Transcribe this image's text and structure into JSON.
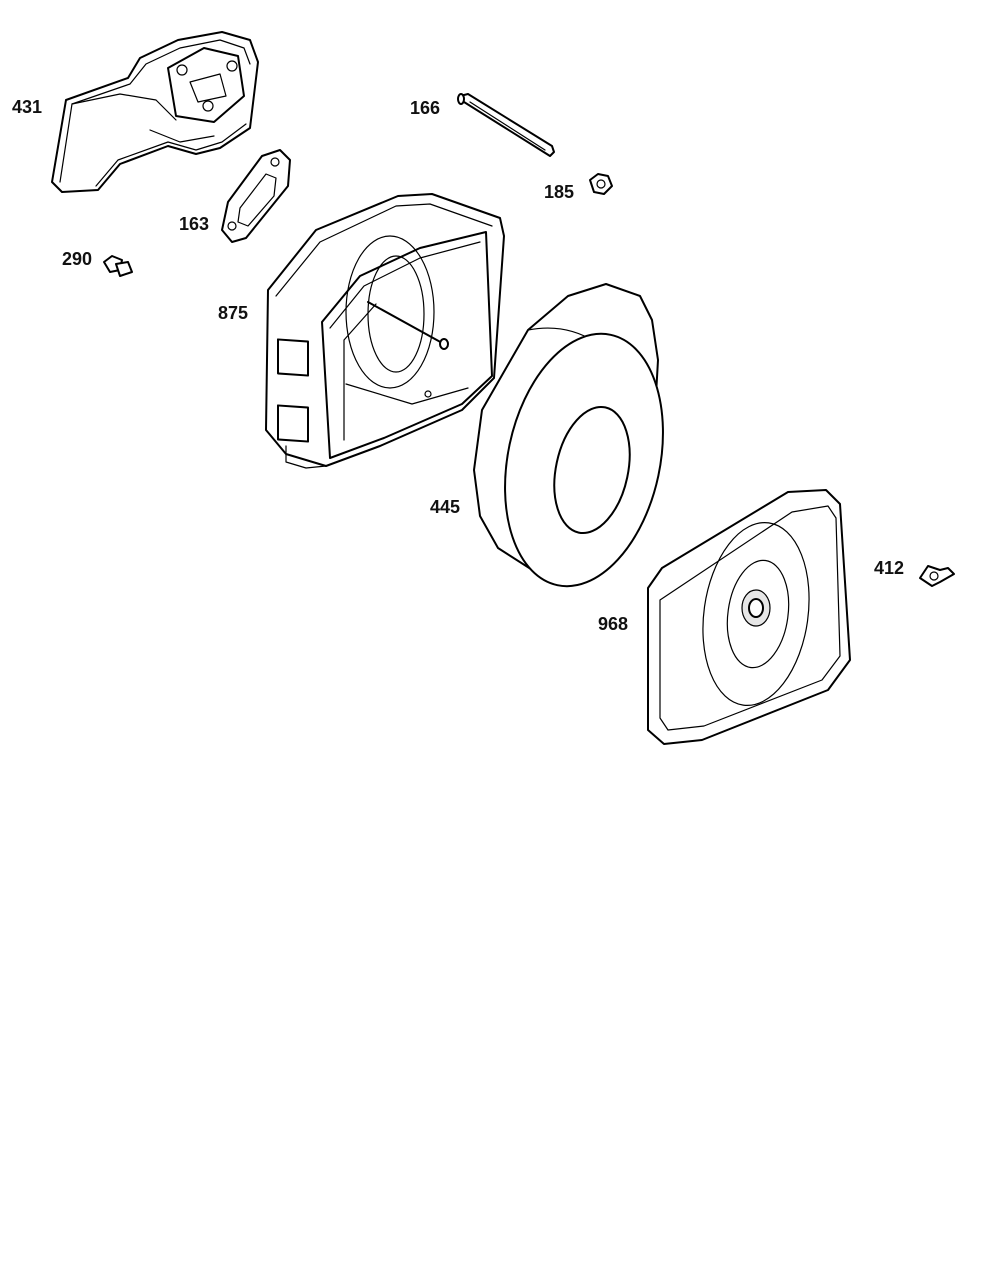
{
  "labels": {
    "p431": "431",
    "p166": "166",
    "p185": "185",
    "p163": "163",
    "p290": "290",
    "p875": "875",
    "p445": "445",
    "p412": "412",
    "p968": "968"
  }
}
